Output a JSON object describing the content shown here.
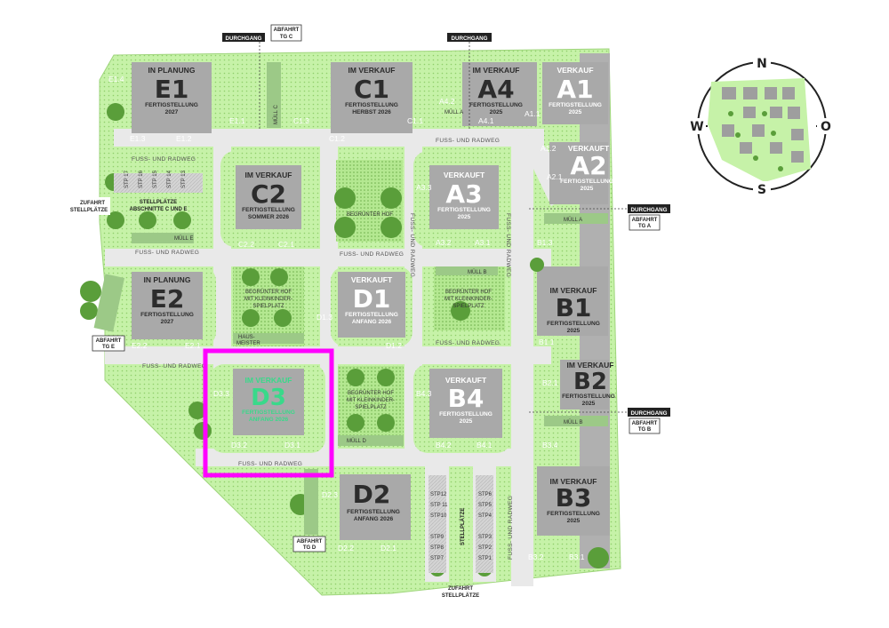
{
  "buildings": {
    "E1": {
      "status": "IN PLANUNG",
      "name": "E1",
      "sub1": "FERTIGSTELLUNG",
      "sub2": "2027",
      "units": [
        "E1.1",
        "E1.2",
        "E1.3",
        "E1.4"
      ]
    },
    "C1": {
      "status": "IM VERKAUF",
      "name": "C1",
      "sub1": "FERTIGSTELLUNG",
      "sub2": "HERBST 2026",
      "units": [
        "C1.1",
        "C1.2",
        "C1.3",
        "C1.1"
      ]
    },
    "A4": {
      "status": "IM VERKAUF",
      "name": "A4",
      "sub1": "FERTIGSTELLUNG",
      "sub2": "2025",
      "units": [
        "A4.1",
        "A4.2"
      ]
    },
    "A1": {
      "status": "VERKAUF",
      "name": "A1",
      "sub1": "FERTIGSTELLUNG",
      "sub2": "2025",
      "units": [
        "A1.1",
        "A1.2"
      ]
    },
    "A2": {
      "status": "VERKAUFT",
      "name": "A2",
      "sub1": "FERTIGSTELLUNG",
      "sub2": "2025",
      "units": [
        "A2.1"
      ]
    },
    "C2": {
      "status": "IM VERKAUF",
      "name": "C2",
      "sub1": "FERTIGSTELLUNG",
      "sub2": "SOMMER 2026",
      "units": [
        "C2.2",
        "C2.1"
      ]
    },
    "A3": {
      "status": "VERKAUFT",
      "name": "A3",
      "sub1": "FERTIGSTELLUNG",
      "sub2": "2025",
      "units": [
        "A3.2",
        "A3.1",
        "A3.3"
      ]
    },
    "E2": {
      "status": "IN PLANUNG",
      "name": "E2",
      "sub1": "FERTIGSTELLUNG",
      "sub2": "2027",
      "units": [
        "E2.2",
        "E2.1"
      ]
    },
    "D1": {
      "status": "VERKAUFT",
      "name": "D1",
      "sub1": "FERTIGSTELLUNG",
      "sub2": "ANFANG 2026",
      "units": [
        "D1.2",
        "D1.3"
      ]
    },
    "B1": {
      "status": "IM VERKAUF",
      "name": "B1",
      "sub1": "FERTIGSTELLUNG",
      "sub2": "2025",
      "units": [
        "B1.3",
        "B1.1"
      ]
    },
    "B2": {
      "status": "IM VERKAUF",
      "name": "B2",
      "sub1": "FERTIGSTELLUNG",
      "sub2": "2025",
      "units": [
        "B2.1"
      ]
    },
    "D3": {
      "status": "IM VERKAUF",
      "name": "D3",
      "sub1": "FERTIGSTELLUNG",
      "sub2": "ANFANG 2026",
      "units": [
        "D3.2",
        "D3.1",
        "D3.3"
      ]
    },
    "B4": {
      "status": "VERKAUFT",
      "name": "B4",
      "sub1": "FERTIGSTELLUNG",
      "sub2": "2025",
      "units": [
        "B4.2",
        "B4.1",
        "B4.3"
      ]
    },
    "D2": {
      "status": "",
      "name": "D2",
      "sub1": "FERTIGSTELLUNG",
      "sub2": "ANFANG 2026",
      "units": [
        "D2.2",
        "D2.1",
        "D2.3"
      ]
    },
    "B3": {
      "status": "IM VERKAUF",
      "name": "B3",
      "sub1": "FERTIGSTELLUNG",
      "sub2": "2025",
      "units": [
        "B3.4",
        "B3.2",
        "B3.1"
      ]
    }
  },
  "courtyards": {
    "c1": {
      "line1": "BEGRÜNTER HOF",
      "line2": "",
      "line3": ""
    },
    "c2": {
      "line1": "BEGRÜNTER HOF",
      "line2": "MIT KLEINKINDER-",
      "line3": "SPIELPLATZ"
    },
    "c3": {
      "line1": "BEGRÜNTER HOF",
      "line2": "MIT KLEINKINDER-",
      "line3": "SPIELPLATZ"
    },
    "c4": {
      "line1": "BEGRÜNTER HOF",
      "line2": "MIT KLEINKINDER-",
      "line3": "SPIELPLATZ"
    }
  },
  "paths": {
    "p1": "FUSS- UND RADWEG",
    "p2": "FUSS- UND RADWEG",
    "p3": "FUSS- UND RADWEG",
    "p4": "FUSS- UND RADWEG",
    "p5": "FUSS- UND RADWEG",
    "p6": "FUSS- UND RADWEG",
    "p7": "FUSS- UND RADWEG",
    "p8": "FUSS- UND RADWEG",
    "p9": "FUSS- UND RADWEG",
    "p10": "FUSS- UND RADWEG"
  },
  "labels": {
    "durchgang_top1": "DURCHGANG",
    "durchgang_top2": "DURCHGANG",
    "durchgang_r1": "DURCHGANG",
    "durchgang_r2": "DURCHGANG",
    "abfahrt_c_1": "ABFAHRT",
    "abfahrt_c_2": "TG C",
    "abfahrt_a_1": "ABFAHRT",
    "abfahrt_a_2": "TG A",
    "abfahrt_b_1": "ABFAHRT",
    "abfahrt_b_2": "TG B",
    "abfahrt_e_1": "ABFAHRT",
    "abfahrt_e_2": "TG E",
    "abfahrt_d_1": "ABFAHRT",
    "abfahrt_d_2": "TG D",
    "zufahrt_l1": "ZUFAHRT",
    "zufahrt_l2": "STELLPLÄTZE",
    "stell_l1": "STELLPLÄTZE",
    "stell_l2": "ABSCHNITTE C UND E",
    "zufahrt_b1": "ZUFAHRT",
    "zufahrt_b2": "STELLPLÄTZE",
    "stellplaetze_v": "STELLPLÄTZE",
    "muell1": "MÜLL A",
    "muell2": "MÜLL E",
    "muell3": "MÜLL B",
    "muell4": "MÜLL D",
    "muell5": "MÜLL C",
    "muell6": "MÜLL A",
    "muell7": "MÜLL B",
    "hausmeister1": "HAUS-",
    "hausmeister2": "MEISTER"
  },
  "stp_top": [
    "STP 17",
    "STP 16",
    "STP 15",
    "STP 14",
    "STP 13"
  ],
  "stp_left": [
    "STP12",
    "STP 11",
    "STP10",
    "STP9",
    "STP8",
    "STP7"
  ],
  "stp_right": [
    "STP6",
    "STP5",
    "STP4",
    "STP3",
    "STP2",
    "STP1"
  ],
  "compass": {
    "n": "N",
    "s": "S",
    "w": "W",
    "o": "O"
  },
  "colors": {
    "green_light": "#bff0a0",
    "green_pale": "#dff7cf",
    "building": "#a7a7a7",
    "road": "#e8e8e8",
    "tree": "#5a9e3a",
    "highlight": "#ff00ff",
    "status_green": "#39d98a"
  }
}
